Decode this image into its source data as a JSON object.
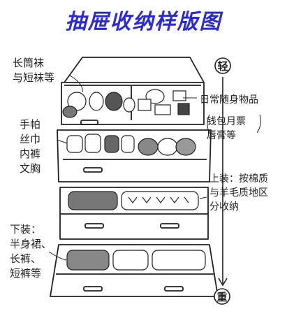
{
  "title": "抽屉收纳样版图",
  "labels": {
    "drawer1_left": "长筒袜\n与短袜等",
    "drawer1_right": "日常随身物品",
    "drawer1_right_sub": "钱包月票\n唇膏等",
    "drawer2_left": "手帕\n丝巾\n内裤\n文胸",
    "drawer3_right": "上装：按棉质\n与羊毛质地区\n分收纳",
    "drawer4_left": "下装：\n半身裙、\n长裤、\n短裤等"
  },
  "scale": {
    "top": "轻",
    "bottom": "重"
  },
  "colors": {
    "title": "#2b2bd6",
    "line": "#222222"
  }
}
